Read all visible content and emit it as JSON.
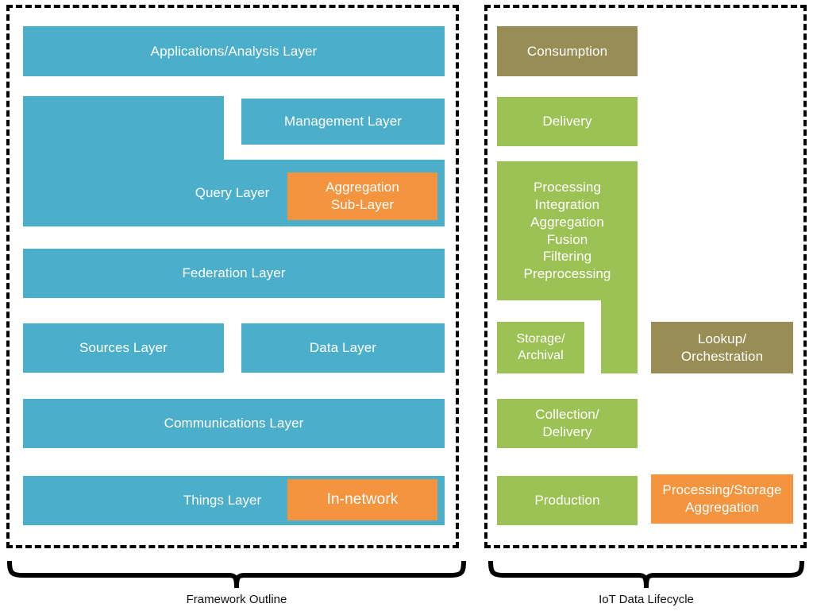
{
  "figure": {
    "palette": {
      "blue": "#4BAECB",
      "orange": "#F4943F",
      "green": "#9CC256",
      "olive": "#988E55",
      "border": "#000000",
      "text_on_box": "#FFFFFF"
    }
  },
  "left_panel": {
    "caption": "Framework Outline",
    "boxes": {
      "applications": "Applications/Analysis Layer",
      "management": "Management Layer",
      "query": "Query Layer",
      "aggregation_sublayer": "Aggregation\nSub-Layer",
      "federation": "Federation Layer",
      "sources": "Sources Layer",
      "data": "Data Layer",
      "communications": "Communications Layer",
      "things": "Things Layer",
      "in_network": "In-network"
    }
  },
  "right_panel": {
    "caption": "IoT Data Lifecycle",
    "boxes": {
      "consumption": "Consumption",
      "delivery": "Delivery",
      "processing_stack": "Processing\nIntegration\nAggregation\nFusion\nFiltering\nPreprocessing",
      "storage_archival": "Storage/\nArchival",
      "lookup_orchestration": "Lookup/\nOrchestration",
      "collection_delivery": "Collection/\nDelivery",
      "production": "Production",
      "processing_storage_aggregation": "Processing/Storage\nAggregation"
    }
  }
}
